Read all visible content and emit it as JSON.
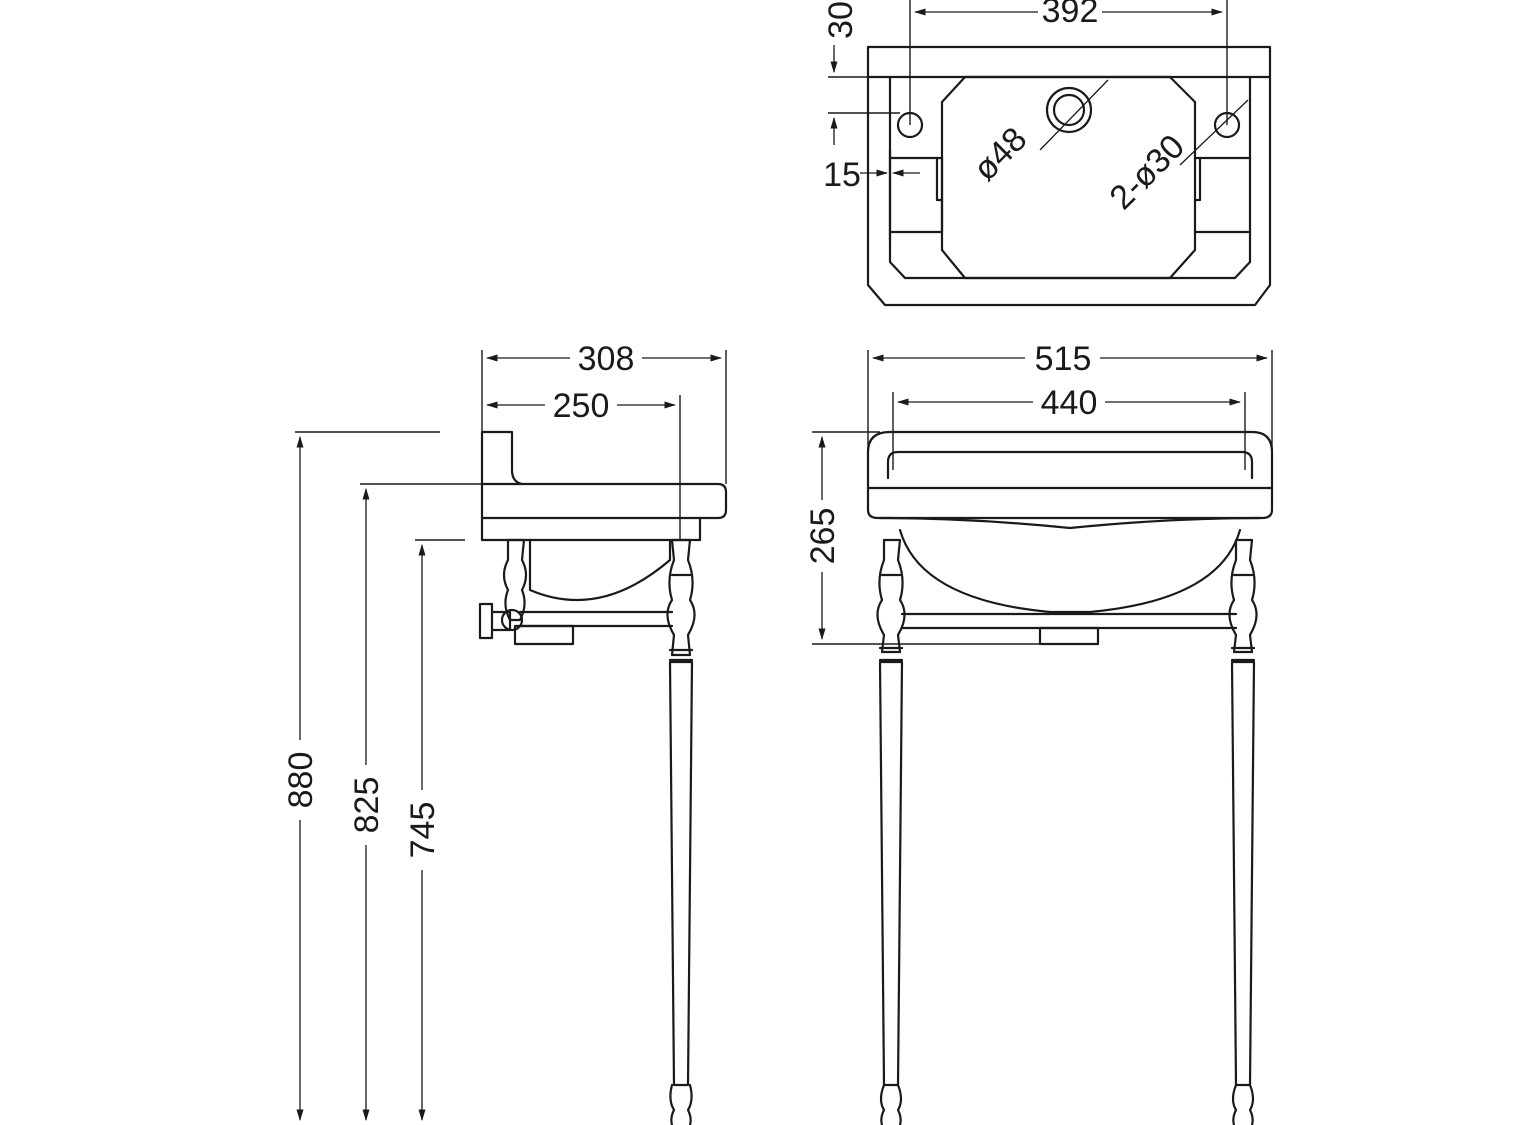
{
  "drawing": {
    "top_view": {
      "width_label": "392",
      "rim_label": "30",
      "offset_label": "15",
      "waste_hole_label": "ø48",
      "tap_holes_label": "2-ø30"
    },
    "side_view": {
      "depth_label": "308",
      "bowl_depth_label": "250",
      "height_top_label": "880",
      "height_rim_label": "825",
      "height_under_label": "745"
    },
    "front_view": {
      "width_label": "515",
      "inner_width_label": "440",
      "basin_height_label": "265"
    }
  }
}
